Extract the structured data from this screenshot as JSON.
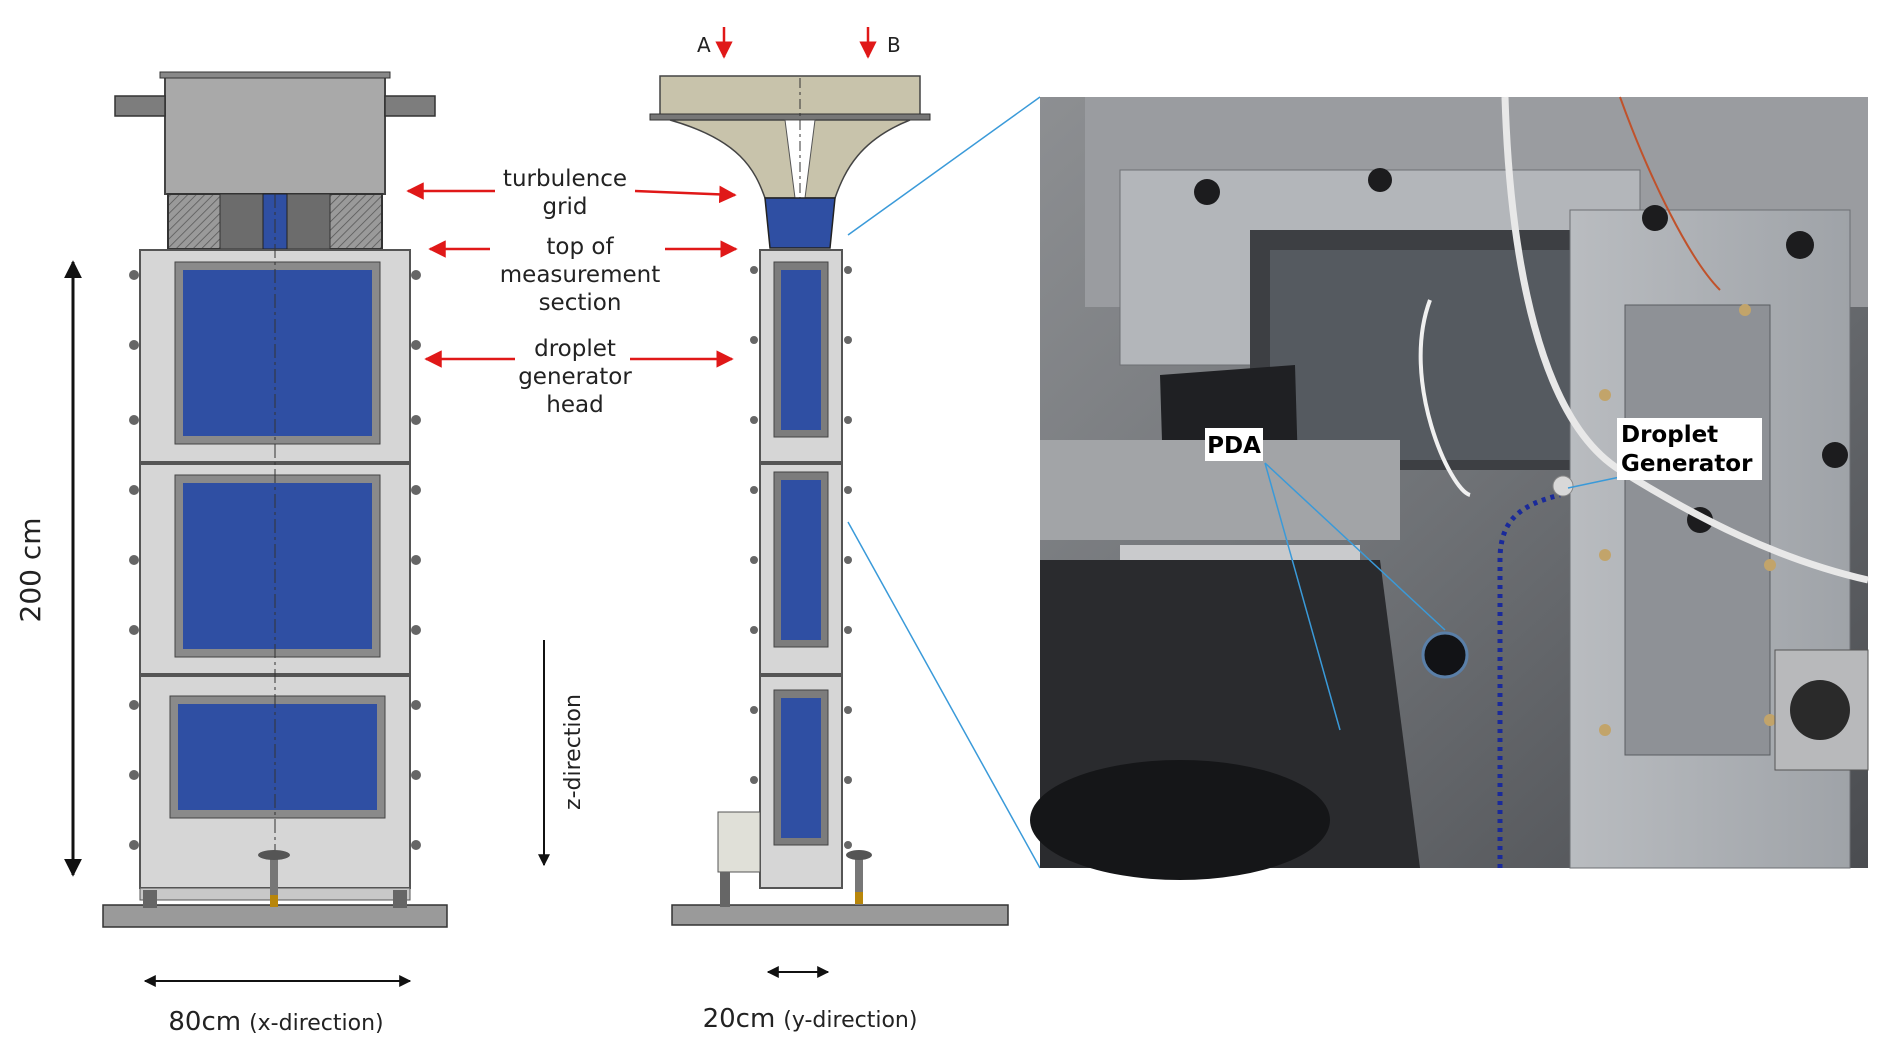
{
  "labels": {
    "turbulence_grid": [
      "turbulence",
      "grid"
    ],
    "top_of_measurement": [
      "top of",
      "measurement",
      "section"
    ],
    "droplet_generator_head": [
      "droplet",
      "generator",
      "head"
    ],
    "height": "200 cm",
    "width_main": "80cm",
    "width_note": "(x-direction)",
    "depth_main": "20cm",
    "depth_note": "(y-direction)",
    "z_direction": "z-direction",
    "inlet_a": "A",
    "inlet_b": "B"
  },
  "photo": {
    "pda_label": "PDA",
    "droplet_generator_label": [
      "Droplet",
      "Generator"
    ]
  },
  "colors": {
    "window_blue": "#2f4fa3",
    "frame_gray": "#d6d6d6",
    "dark_gray": "#7a7a7a",
    "arrow_red": "#e01818",
    "leader_blue": "#3a9ad9",
    "dotted_blue": "#1a2a9a"
  }
}
